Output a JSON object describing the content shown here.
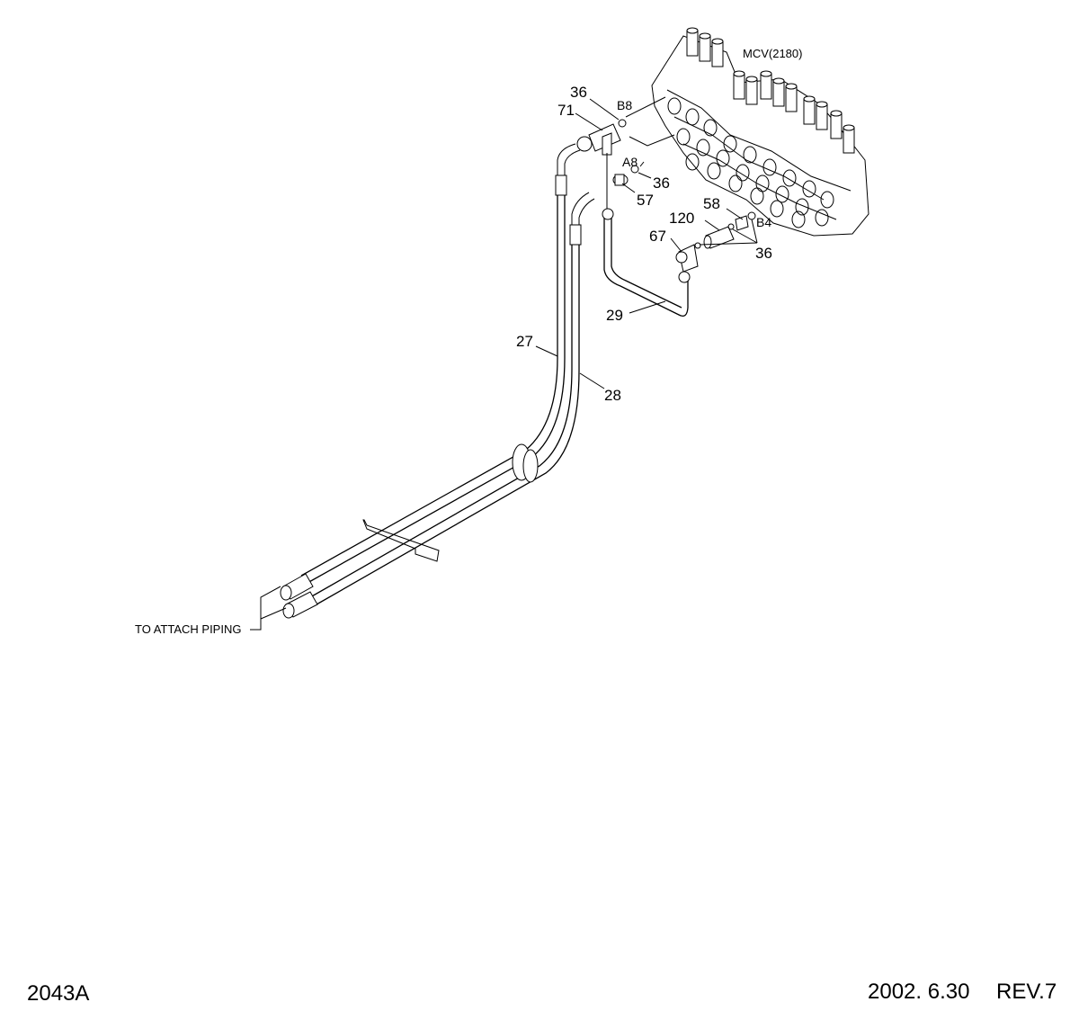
{
  "drawing": {
    "component_label": "MCV(2180)",
    "note_label": "TO ATTACH PIPING",
    "ports": [
      "B8",
      "A8",
      "B4"
    ],
    "part_numbers": [
      "36",
      "71",
      "36",
      "57",
      "58",
      "120",
      "67",
      "36",
      "29",
      "27",
      "28"
    ]
  },
  "footer": {
    "code": "2043A",
    "date": "2002. 6.30",
    "revision": "REV.7"
  }
}
